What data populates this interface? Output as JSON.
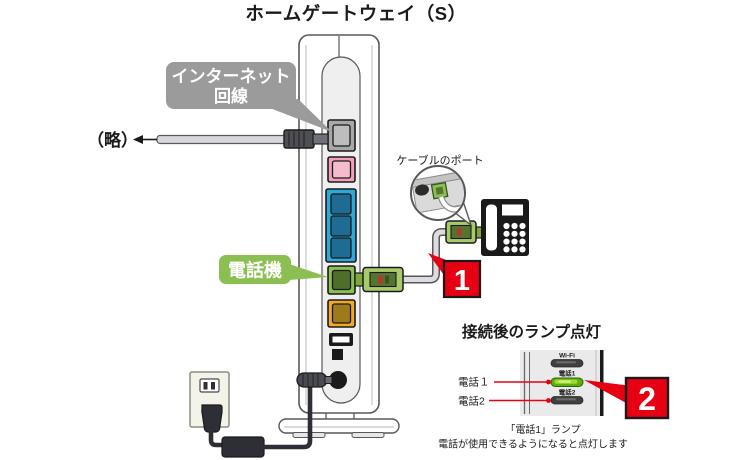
{
  "title": "ホームゲートウェイ（S）",
  "callouts": {
    "internet_line1": "インターネット",
    "internet_line2": "回線",
    "phone_device": "電話機",
    "cable_port": "ケーブルのポート",
    "omitted": "（略）"
  },
  "badges": {
    "step1": "1",
    "step2": "2"
  },
  "device": {
    "ports": [
      {
        "id": "internet",
        "bezel": "#a8a8a8"
      },
      {
        "id": "tel-pink",
        "bezel": "#f0a0bb"
      },
      {
        "id": "lan",
        "bezel": "#2ea8d9"
      },
      {
        "id": "phone",
        "bezel": "#8cbf52"
      },
      {
        "id": "option",
        "bezel": "#f0a828"
      }
    ]
  },
  "lamp_section": {
    "heading": "接続後のランプ点灯",
    "lamps": [
      {
        "label": "Wi-Fi",
        "state": "off",
        "color": "#3f3f3f"
      },
      {
        "label": "電話1",
        "state": "on",
        "color": "#5fae10"
      },
      {
        "label": "電話2",
        "state": "off",
        "color": "#3f3f3f"
      }
    ],
    "pointer_labels": [
      "電話１",
      "電話2"
    ],
    "caption1": "「電話1」ランプ",
    "caption2": "電話が使用できるようになると点灯します"
  },
  "colors": {
    "badge_red": "#e60012",
    "bubble_gray": "#9b9b9b",
    "bubble_green": "#8cbf52",
    "lamp_on_green": "#5fae10",
    "cable_gray": "#d7d7df",
    "power_cable_dark": "#2e2e36"
  }
}
